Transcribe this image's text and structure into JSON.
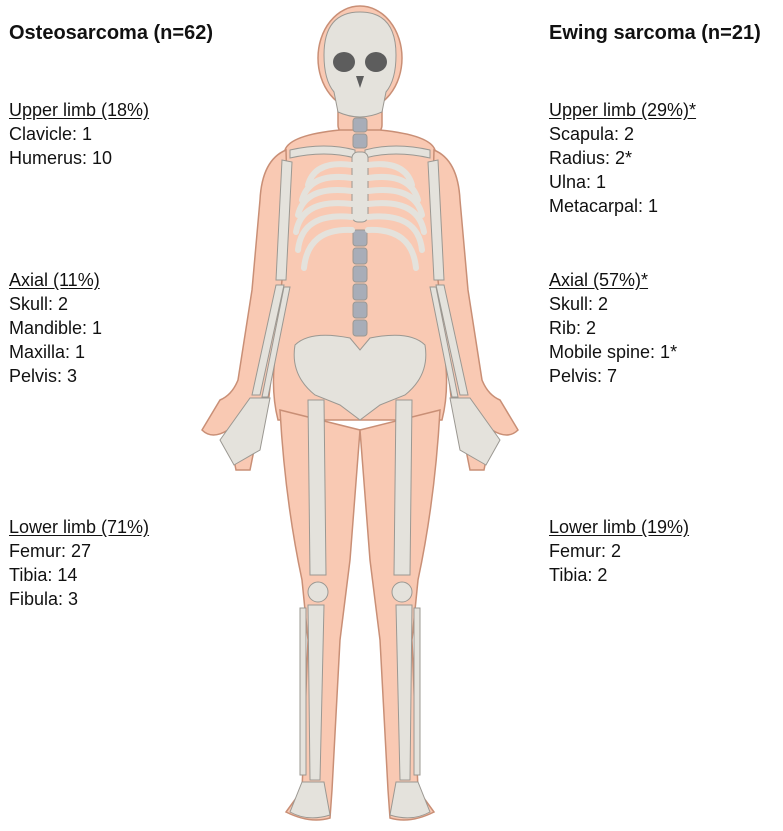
{
  "osteosarcoma": {
    "title": "Osteosarcoma (n=62)",
    "groups": [
      {
        "heading": "Upper limb (18%)",
        "items": [
          "Clavicle: 1",
          "Humerus: 10"
        ]
      },
      {
        "heading": "Axial (11%)",
        "items": [
          "Skull: 2",
          "Mandible: 1",
          "Maxilla: 1",
          "Pelvis: 3"
        ]
      },
      {
        "heading": "Lower limb (71%)",
        "items": [
          "Femur: 27",
          "Tibia: 14",
          "Fibula: 3"
        ]
      }
    ]
  },
  "ewing": {
    "title": "Ewing sarcoma (n=21)",
    "groups": [
      {
        "heading": "Upper limb (29%)*",
        "items": [
          "Scapula: 2",
          "Radius: 2*",
          "Ulna: 1",
          "Metacarpal: 1"
        ]
      },
      {
        "heading": "Axial (57%)*",
        "items": [
          "Skull: 2",
          "Rib: 2",
          "Mobile spine: 1*",
          "Pelvis: 7"
        ]
      },
      {
        "heading": "Lower limb (19%)",
        "items": [
          "Femur: 2",
          "Tibia: 2"
        ]
      }
    ]
  },
  "colors": {
    "skin": "#f9c9b3",
    "skin_outline": "#c98f76",
    "bone": "#e4e2dc",
    "bone_outline": "#9b9892",
    "spine_accent": "#a8adb8"
  }
}
